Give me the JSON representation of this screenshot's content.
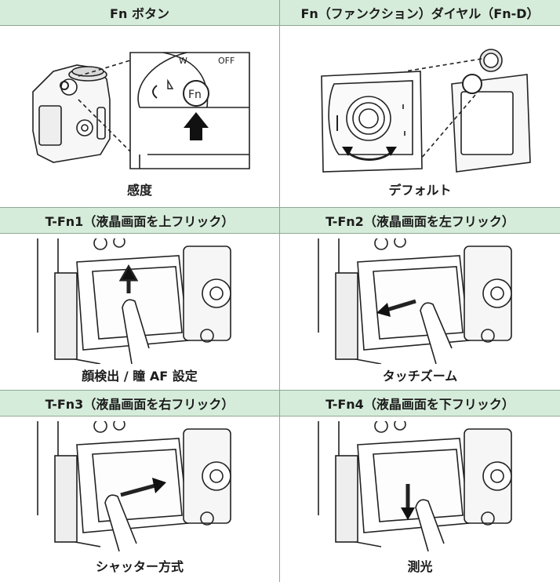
{
  "headers": {
    "fn_button": "Fn ボタン",
    "fn_dial": "Fn（ファンクション）ダイヤル（Fn-D）",
    "t_fn1": "T-Fn1（液晶画面を上フリック）",
    "t_fn2": "T-Fn2（液晶画面を左フリック）",
    "t_fn3": "T-Fn3（液晶画面を右フリック）",
    "t_fn4": "T-Fn4（液晶画面を下フリック）"
  },
  "captions": {
    "fn_button": "感度",
    "fn_dial": "デフォルト",
    "t_fn1": "顔検出 / 瞳 AF 設定",
    "t_fn2": "タッチズーム",
    "t_fn3": "シャッター方式",
    "t_fn4": "測光"
  },
  "illustration_labels": {
    "fn_badge": "Fn",
    "off_label": "OFF"
  },
  "colors": {
    "header_bg": "#d6ecda",
    "border": "#8fa894",
    "line_art": "#222222"
  }
}
